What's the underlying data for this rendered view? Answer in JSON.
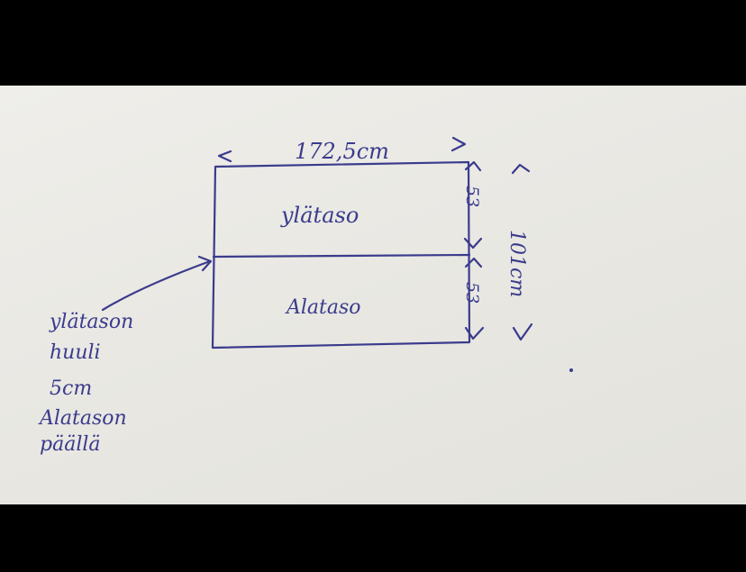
{
  "diagram": {
    "top_dimension": "172,5cm",
    "upper_section_label": "ylätaso",
    "lower_section_label": "Alataso",
    "upper_height_label": "53",
    "lower_height_label": "53",
    "total_height_label": "101cm",
    "note_lines": [
      "ylätason",
      "huuli",
      "5cm",
      "Alatason",
      "päällä"
    ]
  },
  "colors": {
    "ink": "#3a3b8c",
    "paper": "#e9e8e3",
    "background": "#000000"
  }
}
